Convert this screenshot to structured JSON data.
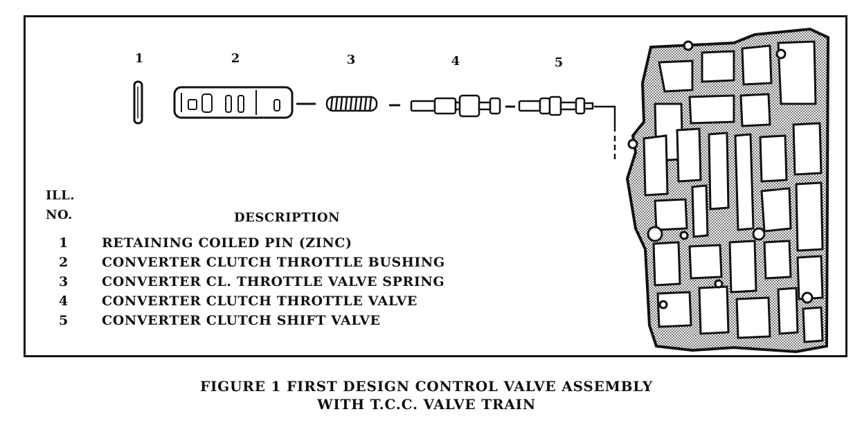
{
  "parts": [
    {
      "num": "1"
    },
    {
      "num": "2"
    },
    {
      "num": "3"
    },
    {
      "num": "4"
    },
    {
      "num": "5"
    }
  ],
  "legend": {
    "col_no_line1": "ILL.",
    "col_no_line2": "NO.",
    "col_desc": "DESCRIPTION",
    "rows": [
      {
        "no": "1",
        "desc": "RETAINING COILED PIN (ZINC)"
      },
      {
        "no": "2",
        "desc": "CONVERTER CLUTCH THROTTLE BUSHING"
      },
      {
        "no": "3",
        "desc": "CONVERTER CL. THROTTLE VALVE SPRING"
      },
      {
        "no": "4",
        "desc": "CONVERTER CLUTCH THROTTLE VALVE"
      },
      {
        "no": "5",
        "desc": "CONVERTER CLUTCH SHIFT VALVE"
      }
    ]
  },
  "caption": {
    "line1": "FIGURE 1 FIRST DESIGN CONTROL VALVE ASSEMBLY",
    "line2": "WITH T.C.C. VALVE TRAIN"
  },
  "colors": {
    "ink": "#111111",
    "paper": "#ffffff"
  }
}
